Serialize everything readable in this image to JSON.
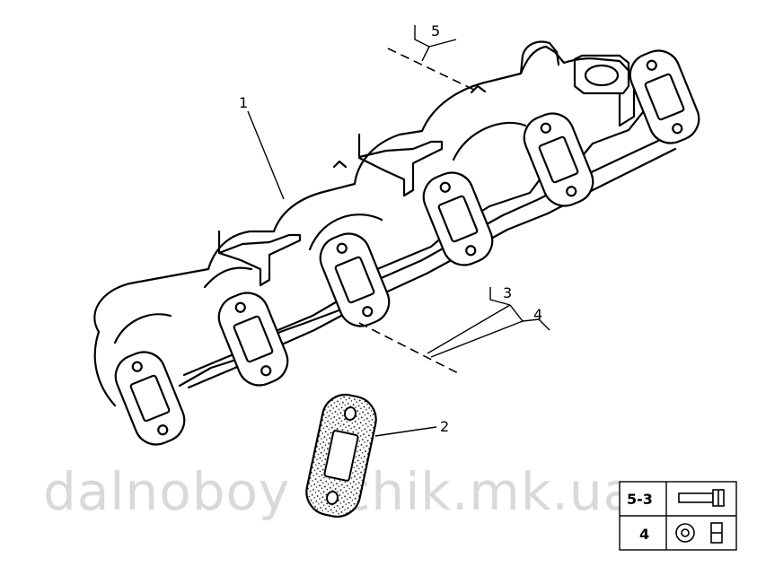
{
  "watermark": "dalnoboy  nchik.mk.ua",
  "callouts": {
    "c1": "1",
    "c2": "2",
    "c3": "3",
    "c4": "4",
    "c5": "5"
  },
  "legend": {
    "rows": [
      {
        "label": "5-3",
        "icon": "bolt-icon"
      },
      {
        "label": "4",
        "icon": "washer-nut-icon"
      }
    ]
  }
}
